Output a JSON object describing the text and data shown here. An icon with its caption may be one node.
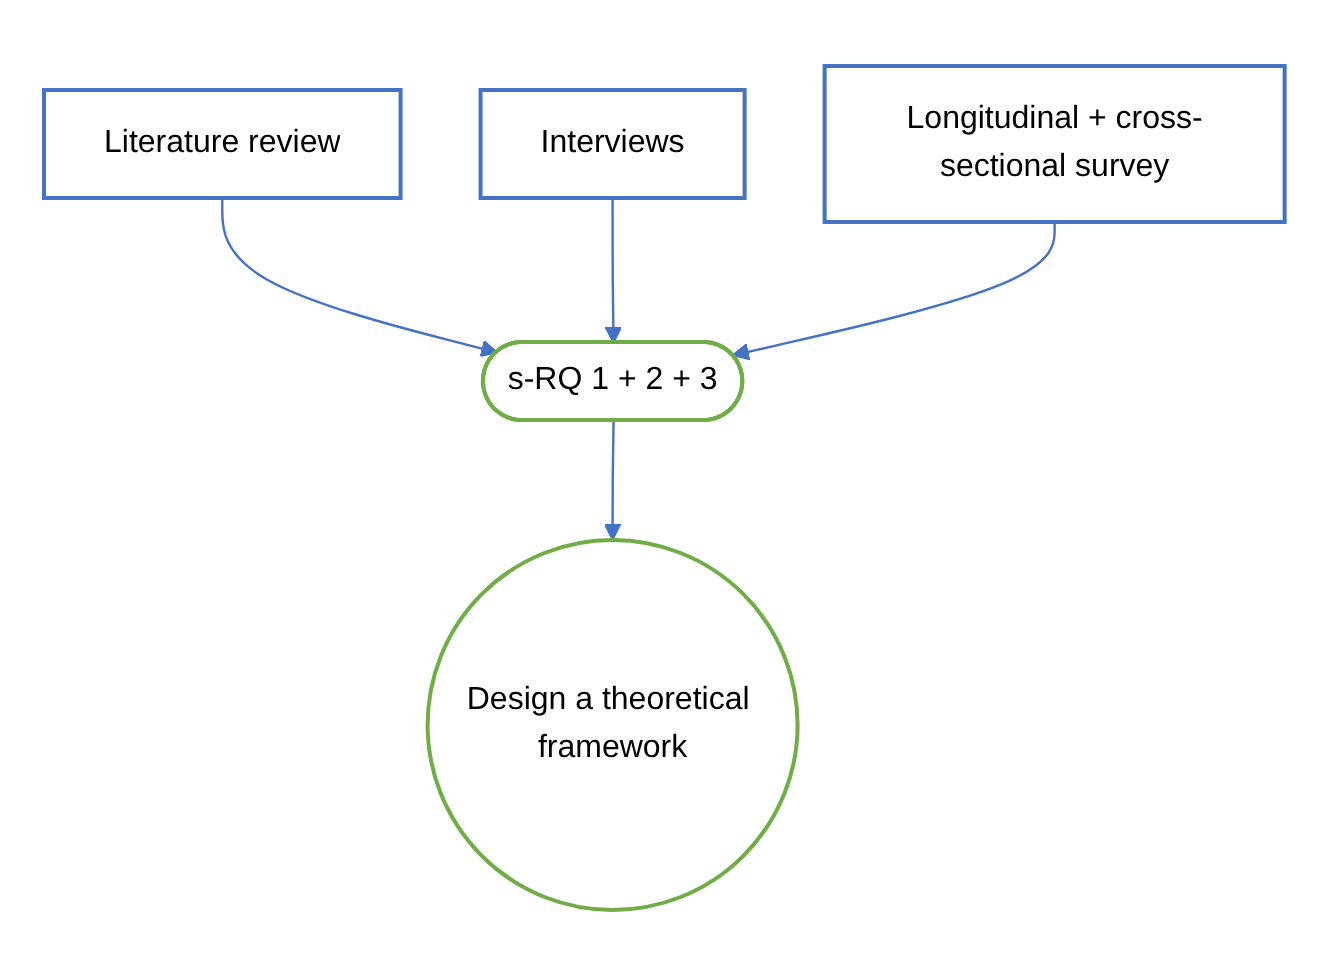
{
  "diagram": {
    "nodes": [
      {
        "text": [
          "Literature review"
        ]
      },
      {
        "text": [
          "Interviews"
        ]
      },
      {
        "text": [
          "Longitudinal + cross-sectional survey"
        ]
      },
      {
        "text": [
          "s-RQ 1 + 2 + 3"
        ]
      },
      {
        "text": [
          "Design a theoretical framework"
        ]
      }
    ],
    "edges": [
      {
        "from": 0,
        "to": 3,
        "arrow": "to"
      },
      {
        "from": 1,
        "to": 3,
        "arrow": "to"
      },
      {
        "from": 2,
        "to": 3,
        "arrow": "to"
      },
      {
        "from": 3,
        "to": 4,
        "arrow": "to"
      }
    ]
  }
}
